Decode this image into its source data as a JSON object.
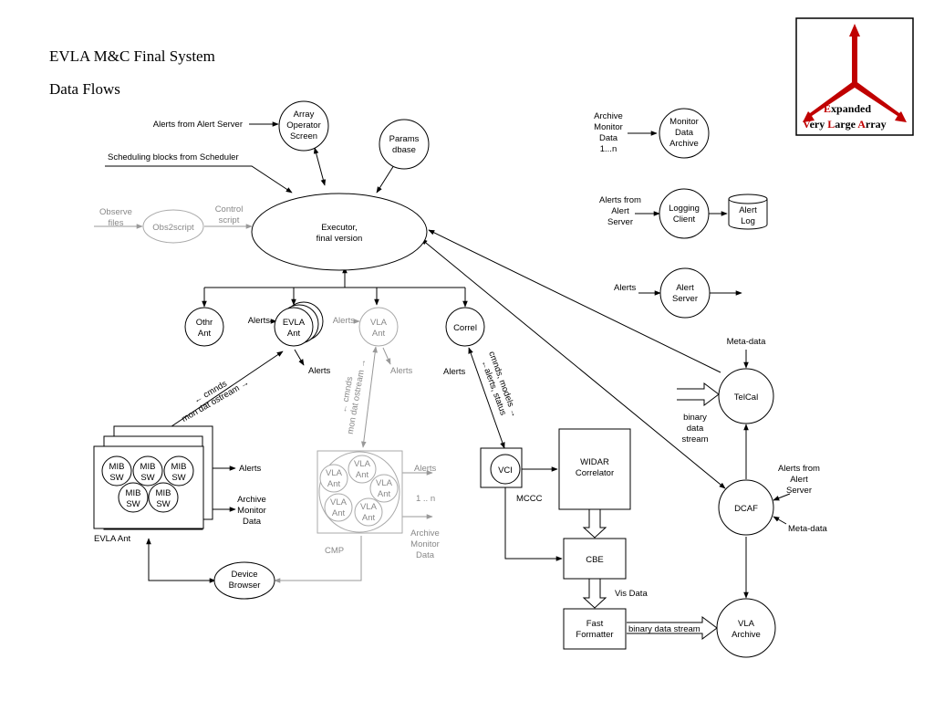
{
  "title": "EVLA M&C Final System",
  "subtitle": "Data Flows",
  "logo": {
    "line1": [
      "E",
      "xpanded"
    ],
    "line2": [
      "V",
      "ery ",
      "L",
      "arge ",
      "A",
      "rray"
    ]
  },
  "nodes": {
    "array_operator_screen": [
      "Array",
      "Operator",
      "Screen"
    ],
    "params_dbase": [
      "Params",
      "dbase"
    ],
    "executor": [
      "Executor,",
      "final version"
    ],
    "obs2script": "Obs2script",
    "othr_ant": [
      "Othr",
      "Ant"
    ],
    "evla_ant": [
      "EVLA",
      "Ant"
    ],
    "vla_ant": [
      "VLA",
      "Ant"
    ],
    "correl": "Correl",
    "monitor_data_archive": [
      "Monitor",
      "Data",
      "Archive"
    ],
    "logging_client": [
      "Logging",
      "Client"
    ],
    "alert_log": [
      "Alert",
      "Log"
    ],
    "alert_server": [
      "Alert",
      "Server"
    ],
    "telcal": "TelCal",
    "dcaf": "DCAF",
    "vla_archive": [
      "VLA",
      "Archive"
    ],
    "device_browser": [
      "Device",
      "Browser"
    ],
    "vci": "VCI",
    "widar": [
      "WIDAR",
      "Correlator"
    ],
    "cbe": "CBE",
    "fast_formatter": [
      "Fast",
      "Formatter"
    ],
    "mib_sw": [
      "MIB",
      "SW"
    ],
    "vla_ant_small": [
      "VLA",
      "Ant"
    ]
  },
  "labels": {
    "alerts_from_alert_server": "Alerts from Alert Server",
    "scheduling_blocks": "Scheduling blocks from Scheduler",
    "observe_files": [
      "Observe",
      "files"
    ],
    "control_script": [
      "Control",
      "script"
    ],
    "archive_monitor_data_1n": [
      "Archive",
      "Monitor",
      "Data",
      "1...n"
    ],
    "alerts_from_alert_server_right": [
      "Alerts from",
      "Alert",
      "Server"
    ],
    "alerts": "Alerts",
    "meta_data": "Meta-data",
    "binary_data_stream": [
      "binary",
      "data",
      "stream"
    ],
    "alerts_from_alert_server_dcaf": [
      "Alerts from",
      "Alert",
      "Server"
    ],
    "evla_ant_group": "EVLA Ant",
    "archive_monitor_data": [
      "Archive",
      "Monitor",
      "Data"
    ],
    "cmp": "CMP",
    "one_to_n": "1 .. n",
    "mccc": "MCCC",
    "vis_data": "Vis Data",
    "binary_data_stream_inline": "binary data stream",
    "cmnds_evla": [
      "← cmnds",
      "mon dat ostream →"
    ],
    "cmnds_vla": [
      "← cmnds",
      "mon dat ostream →"
    ],
    "cmnds_correl": [
      "cmnds, models →",
      "←alerts, status"
    ]
  }
}
